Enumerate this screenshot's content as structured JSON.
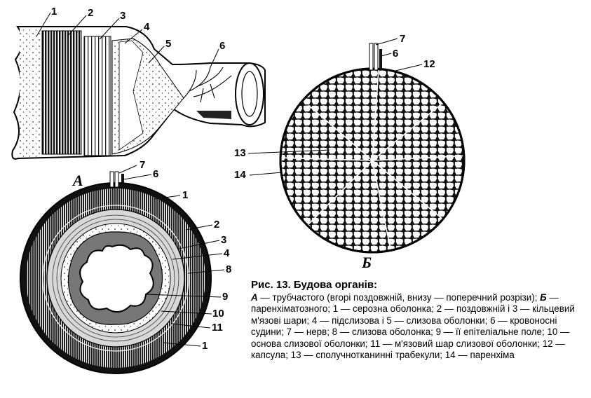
{
  "figure": {
    "panel_a": "А",
    "panel_b": "Б",
    "longitudinal_labels": [
      "1",
      "2",
      "3",
      "4",
      "5",
      "6"
    ],
    "cross_section_labels": [
      "7",
      "6",
      "1",
      "2",
      "3",
      "4",
      "8",
      "9",
      "10",
      "11",
      "1"
    ],
    "parenchymal_labels": [
      "7",
      "6",
      "12",
      "13",
      "14"
    ]
  },
  "caption": {
    "title": "Рис. 13. Будова органів:",
    "a_letter": "А",
    "a_text": " — трубчастого (вгорі поздовжній, внизу — поперечний розрізи); ",
    "b_letter": "Б",
    "b_text": " — паренхіматозного; 1 — серозна оболонка; 2 — поздовжній і 3 — кільцевий м'язові шари; 4 — підслизова і 5 — слизова оболонки; 6 — кровоносні судини; 7 — нерв; 8 — слизова оболонка; 9 — її епітеліальне поле; 10 — основа слизової оболонки; 11 — м'язовий шар слизової оболонки; 12 — капсула; 13 — сполучнотканинні трабекули; 14 — паренхіма"
  }
}
